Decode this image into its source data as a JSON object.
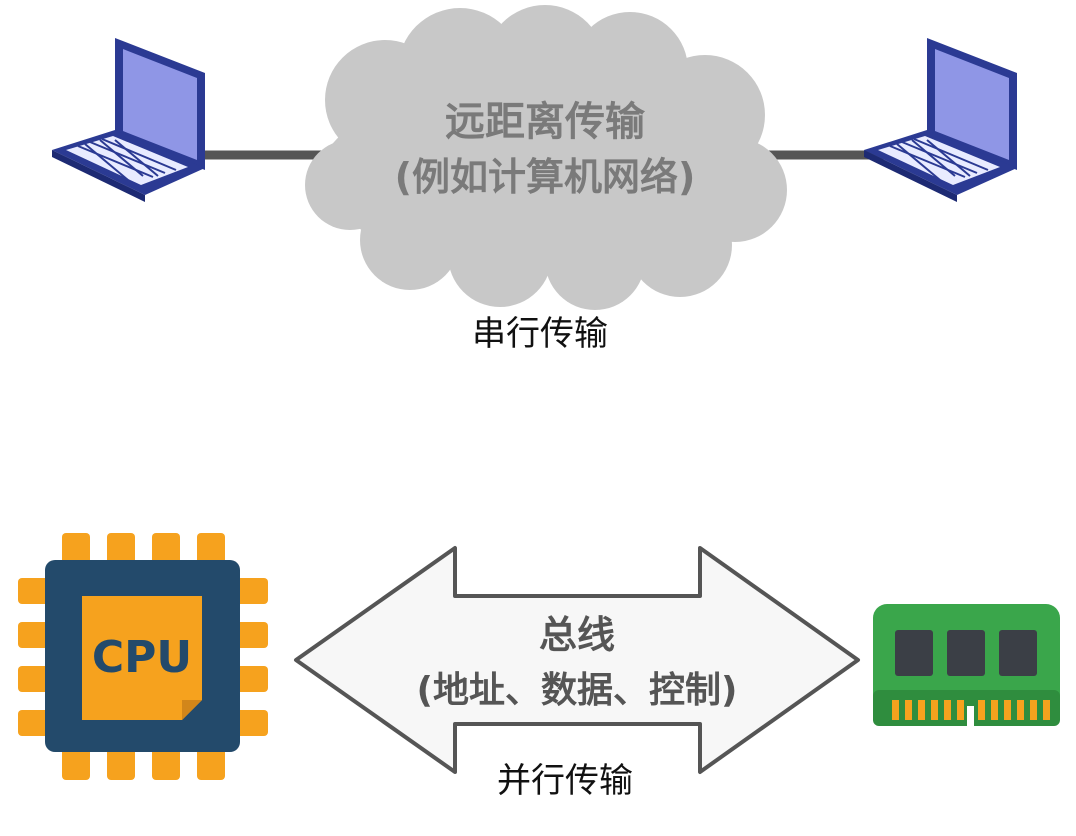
{
  "serial": {
    "cloud_line1": "远距离传输",
    "cloud_line2": "(例如计算机网络)",
    "caption": "串行传输"
  },
  "parallel": {
    "cpu_label": "CPU",
    "bus_line1": "总线",
    "bus_line2": "(地址、数据、控制)",
    "caption": "并行传输"
  },
  "colors": {
    "laptop_screen": "#8f96e6",
    "laptop_body": "#2b3a93",
    "cloud": "#c8c8c8",
    "cloud_text": "#7a7a7a",
    "cpu_pins": "#f6a21e",
    "cpu_body": "#234a6b",
    "cpu_core": "#f6a21e",
    "ram_board": "#3aa64b",
    "ram_chips": "#3b3f46",
    "arrow_fill": "#f7f7f7",
    "arrow_stroke": "#555555"
  }
}
